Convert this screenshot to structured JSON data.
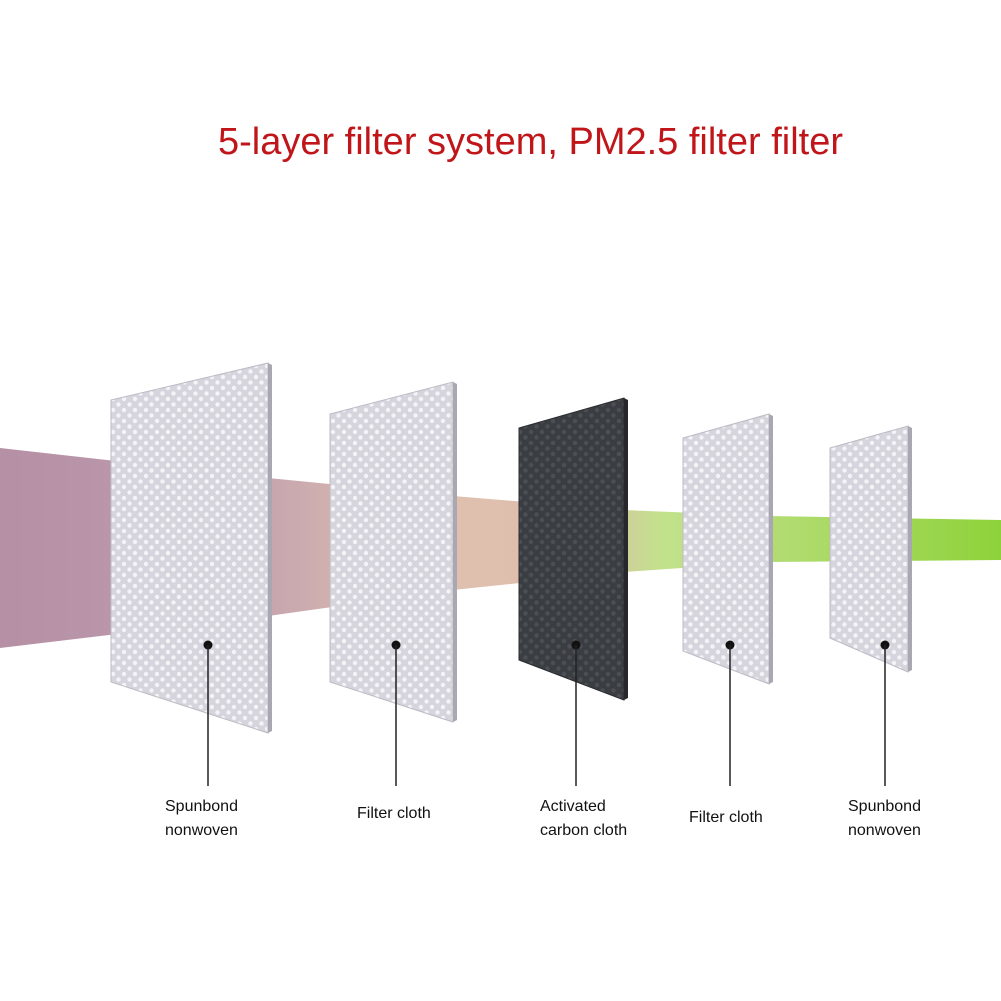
{
  "title": "5-layer filter system, PM2.5 filter filter",
  "colors": {
    "title": "#c0161a",
    "background": "#ffffff",
    "leader_line": "#222222",
    "light_layer_fill": "#d6d4dc",
    "light_layer_dots": "#f4f3f7",
    "carbon_layer_fill": "#3a3d41",
    "carbon_layer_dots": "#4c5055",
    "air_incoming": "#b28aa0",
    "air_mid": "#d8b19c",
    "air_after_carbon": "#b8dc78",
    "air_outgoing": "#8ed23a"
  },
  "layers": [
    {
      "label": "Spunbond\nnonwoven",
      "material": "light"
    },
    {
      "label": "Filter cloth",
      "material": "light"
    },
    {
      "label": "Activated\ncarbon cloth",
      "material": "carbon"
    },
    {
      "label": "Filter cloth",
      "material": "light"
    },
    {
      "label": "Spunbond\nnonwoven",
      "material": "light"
    }
  ]
}
